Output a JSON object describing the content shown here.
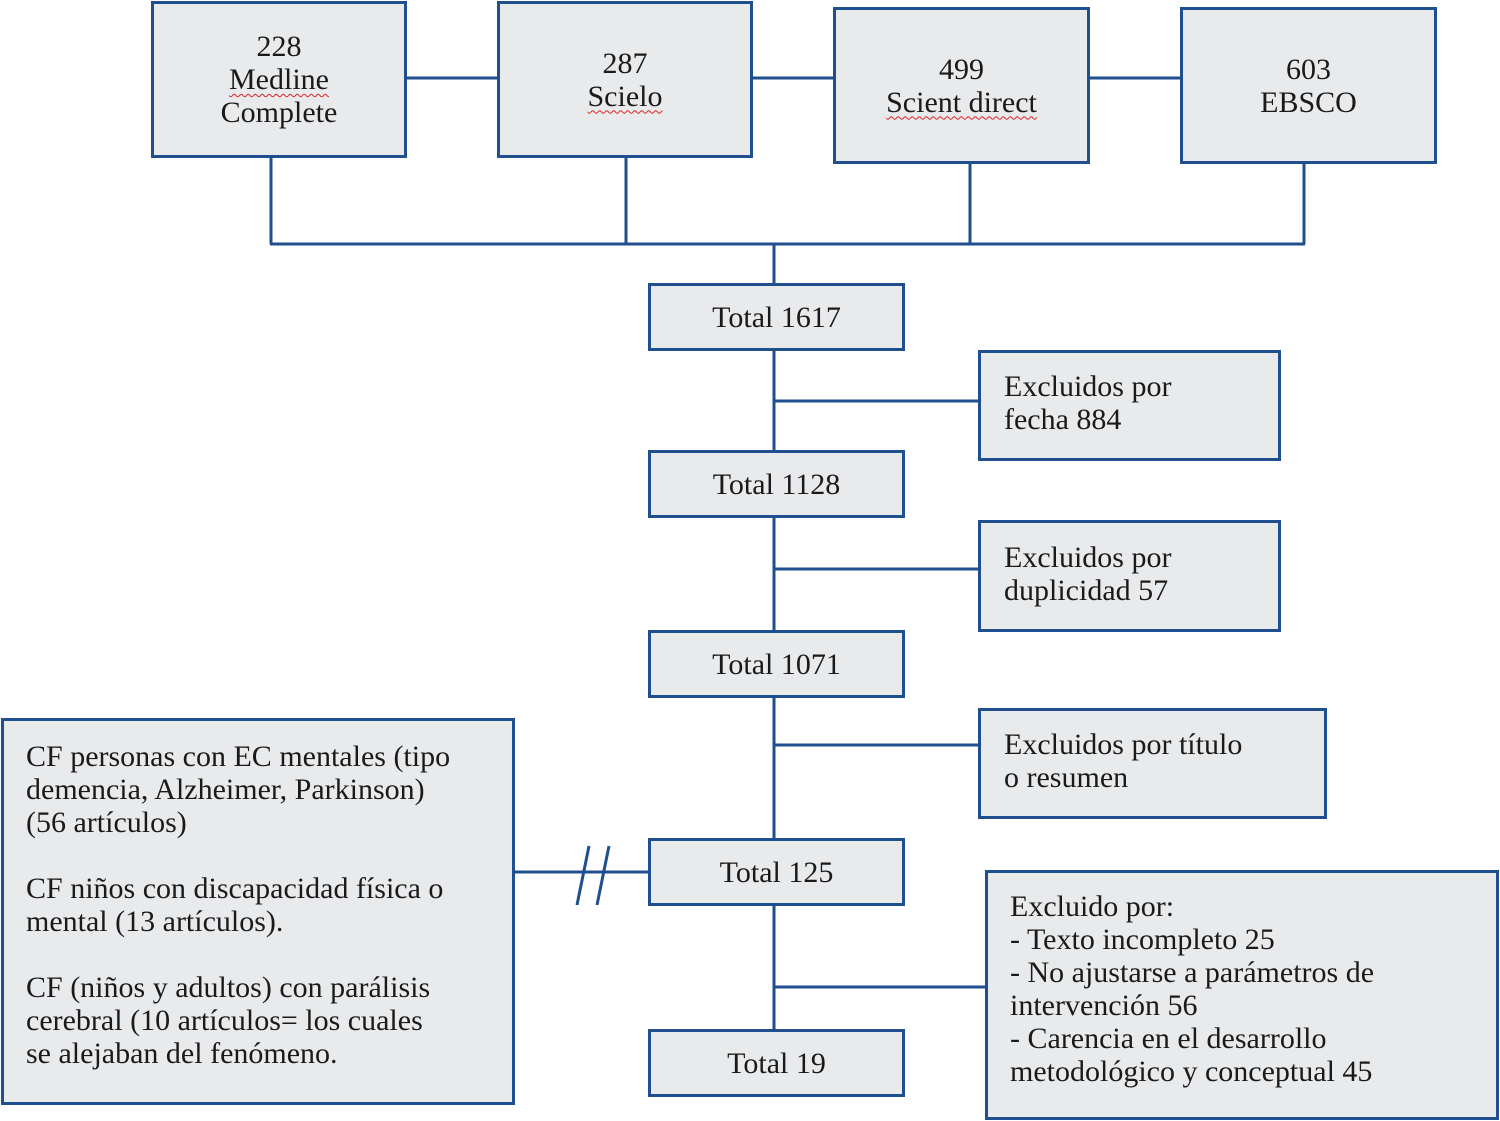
{
  "sources": [
    {
      "count": "228",
      "name_lines": [
        "Medline",
        "Complete"
      ]
    },
    {
      "count": "287",
      "name_lines": [
        "Scielo"
      ]
    },
    {
      "count": "499",
      "name_lines": [
        "Scient direct"
      ]
    },
    {
      "count": "603",
      "name_lines": [
        "EBSCO"
      ]
    }
  ],
  "totals": [
    "Total 1617",
    "Total 1128",
    "Total 1071",
    "Total 125",
    "Total 19"
  ],
  "exclusions": {
    "fecha": [
      "Excluidos por",
      "fecha 884"
    ],
    "duplicidad": [
      "Excluidos por",
      "duplicidad 57"
    ],
    "titulo": [
      "Excluidos por título",
      "o resumen"
    ],
    "final": [
      "Excluido por:",
      "- Texto incompleto 25",
      "- No ajustarse a parámetros de",
      "intervención 56",
      "- Carencia en el desarrollo",
      "metodológico y conceptual 45"
    ]
  },
  "side_note": {
    "para1": [
      "CF personas con EC mentales (tipo",
      "demencia, Alzheimer, Parkinson)",
      "(56 artículos)"
    ],
    "para2": [
      "CF niños con discapacidad física o",
      "mental (13 artículos)."
    ],
    "para3": [
      "CF (niños y adultos) con parálisis",
      "cerebral (10 artículos= los cuales",
      "se alejaban del fenómeno."
    ]
  },
  "colors": {
    "border": "#1f4f8f",
    "fill": "#e9eaec",
    "spellcheck": "#d22"
  }
}
